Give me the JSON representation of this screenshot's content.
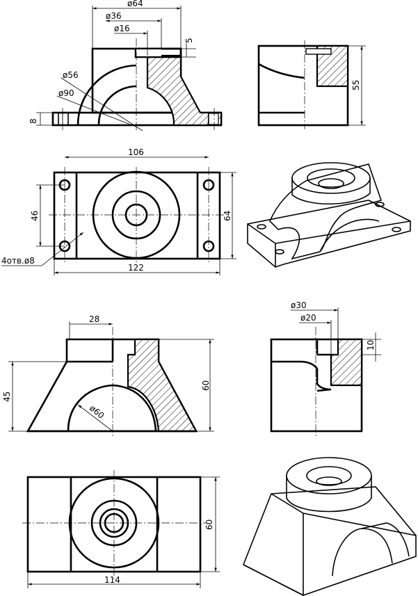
{
  "part1": {
    "front_dims": {
      "d64": "ø64",
      "d36": "ø36",
      "d16": "ø16",
      "d56": "ø56",
      "d90": "ø90",
      "h5": "5",
      "h8": "8"
    },
    "side_dims": {
      "h55": "55"
    },
    "top_dims": {
      "w106": "106",
      "w122": "122",
      "h46": "46",
      "h64": "64",
      "holes": "4отв.ø8"
    }
  },
  "part2": {
    "front_dims": {
      "w28": "28",
      "h45": "45",
      "h60": "60",
      "d60": "ø60"
    },
    "side_dims": {
      "d30": "ø30",
      "d20": "ø20",
      "h10": "10"
    },
    "top_dims": {
      "w114": "114",
      "h60": "60"
    }
  }
}
